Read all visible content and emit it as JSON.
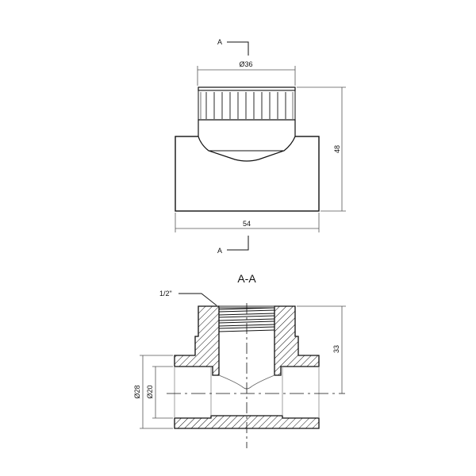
{
  "drawing": {
    "section_marker_top": "A",
    "section_marker_bottom": "A",
    "section_title": "A-A",
    "top_view": {
      "dim_top_diameter": "Ø36",
      "dim_width": "54",
      "dim_height": "48"
    },
    "section_view": {
      "thread_label": "1/2\"",
      "dim_outer_diameter": "Ø28",
      "dim_inner_diameter": "Ø20",
      "dim_height": "33"
    }
  }
}
